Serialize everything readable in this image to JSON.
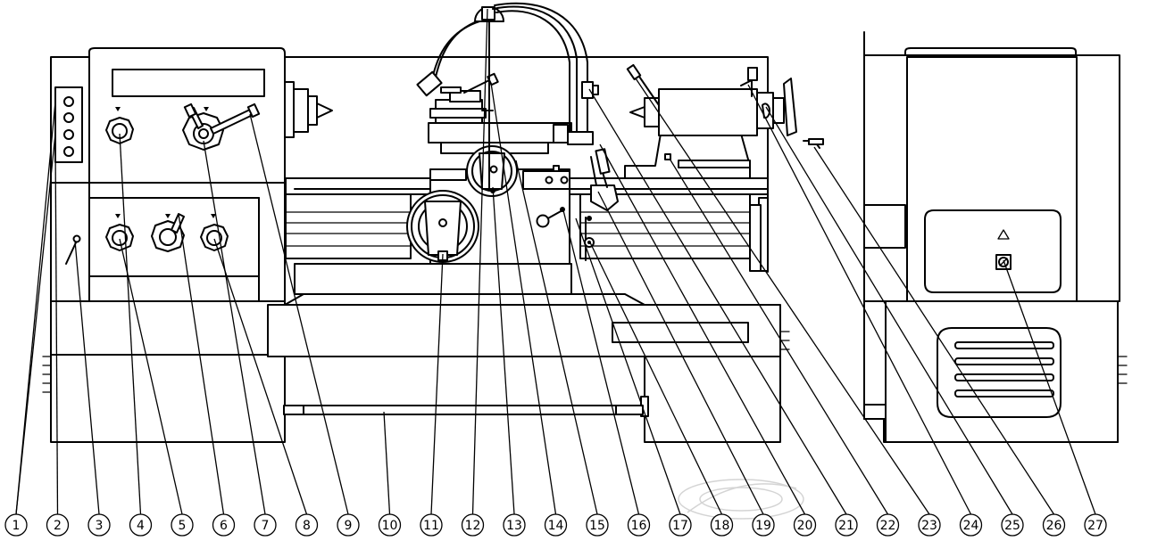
{
  "callouts": [
    {
      "label": "1",
      "targets": [
        [
          62,
          114
        ],
        [
          62,
          150
        ]
      ]
    },
    {
      "label": "2",
      "targets": [
        [
          62,
          158
        ]
      ]
    },
    {
      "label": "3",
      "targets": [
        [
          84,
          270
        ]
      ]
    },
    {
      "label": "4",
      "targets": [
        [
          134,
          150
        ]
      ]
    },
    {
      "label": "5",
      "targets": [
        [
          134,
          268
        ]
      ]
    },
    {
      "label": "6",
      "targets": [
        [
          200,
          240
        ]
      ]
    },
    {
      "label": "7",
      "targets": [
        [
          228,
          158
        ]
      ]
    },
    {
      "label": "8",
      "targets": [
        [
          240,
          268
        ]
      ]
    },
    {
      "label": "9",
      "targets": [
        [
          280,
          128
        ]
      ]
    },
    {
      "label": "10",
      "targets": [
        [
          430,
          462
        ]
      ]
    },
    {
      "label": "11",
      "targets": [
        [
          496,
          285
        ]
      ]
    },
    {
      "label": "12",
      "targets": [
        [
          546,
          10
        ]
      ]
    },
    {
      "label": "13",
      "targets": [
        [
          552,
          210
        ]
      ]
    },
    {
      "label": "14",
      "targets": [
        [
          550,
          93
        ]
      ]
    },
    {
      "label": "15",
      "targets": [
        [
          578,
          180
        ]
      ]
    },
    {
      "label": "16",
      "targets": [
        [
          630,
          232
        ]
      ]
    },
    {
      "label": "17",
      "targets": [
        [
          645,
          245
        ]
      ]
    },
    {
      "label": "18",
      "targets": [
        [
          660,
          270
        ]
      ]
    },
    {
      "label": "19",
      "targets": [
        [
          670,
          215
        ]
      ]
    },
    {
      "label": "20",
      "targets": [
        [
          672,
          162
        ]
      ]
    },
    {
      "label": "21",
      "targets": [
        [
          660,
          100
        ]
      ]
    },
    {
      "label": "22",
      "targets": [
        [
          750,
          178
        ]
      ]
    },
    {
      "label": "23",
      "targets": [
        [
          712,
          88
        ]
      ]
    },
    {
      "label": "24",
      "targets": [
        [
          838,
          95
        ]
      ]
    },
    {
      "label": "25",
      "targets": [
        [
          858,
          120
        ]
      ]
    },
    {
      "label": "26",
      "targets": [
        [
          912,
          165
        ]
      ]
    },
    {
      "label": "27",
      "targets": [
        [
          1124,
          292
        ]
      ]
    }
  ],
  "symbols": {
    "indicator": "triangle-marker",
    "controller_panel": "triangle-with-knob"
  }
}
